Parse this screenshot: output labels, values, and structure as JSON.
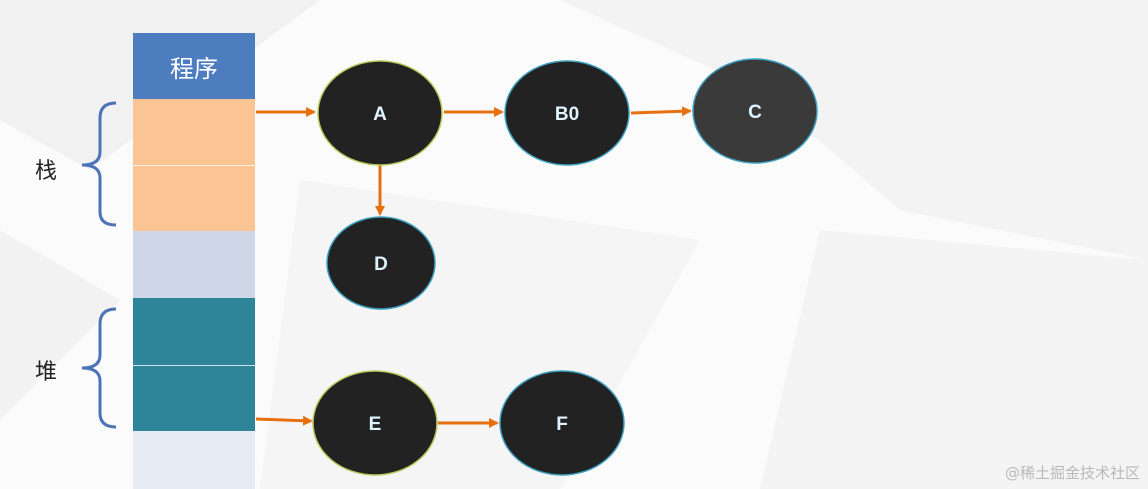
{
  "program_label": "程序",
  "stack_label": "栈",
  "heap_label": "堆",
  "watermark": "@稀土掘金技术社区",
  "colors": {
    "program_block": "#4e7dbf",
    "stack_block": "#fbc493",
    "empty_block": "#cdd7e7",
    "heap_block": "#2e8599",
    "empty_block_light": "#e7ebf3",
    "bracket": "#4d72b8",
    "arrow": "#e6700f",
    "node_fill": "#222222",
    "node_fill_alt": "#3a3a3a",
    "node_border": "#b8c95a",
    "node_border_alt": "#3d9fc0"
  },
  "nodes": [
    {
      "id": "A",
      "label": "A"
    },
    {
      "id": "B0",
      "label": "B0"
    },
    {
      "id": "C",
      "label": "C"
    },
    {
      "id": "D",
      "label": "D"
    },
    {
      "id": "E",
      "label": "E"
    },
    {
      "id": "F",
      "label": "F"
    }
  ],
  "edges": [
    {
      "from": "stack",
      "to": "A"
    },
    {
      "from": "A",
      "to": "B0"
    },
    {
      "from": "B0",
      "to": "C"
    },
    {
      "from": "A",
      "to": "D"
    },
    {
      "from": "heap",
      "to": "E"
    },
    {
      "from": "E",
      "to": "F"
    }
  ]
}
